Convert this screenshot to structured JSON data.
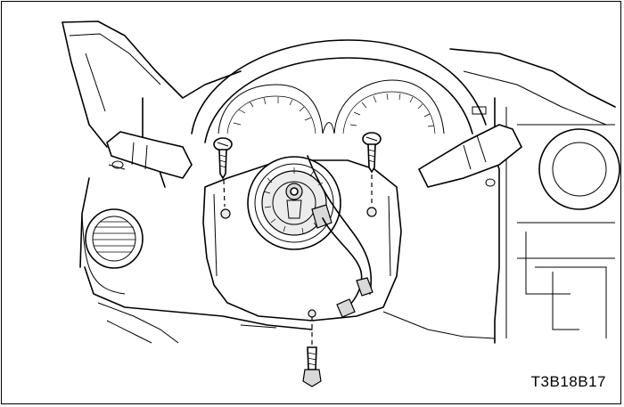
{
  "figure": {
    "code": "T3B18B17",
    "colors": {
      "line": "#000000",
      "background": "#ffffff",
      "shade": "#d9d9d9"
    },
    "parts": [
      "dashboard-outline",
      "instrument-cluster",
      "steering-column-cover",
      "clock-spring",
      "screw-left",
      "screw-right",
      "screw-bottom",
      "multifunction-switch-left",
      "multifunction-switch-right",
      "speaker-grille",
      "wire-harness"
    ]
  }
}
